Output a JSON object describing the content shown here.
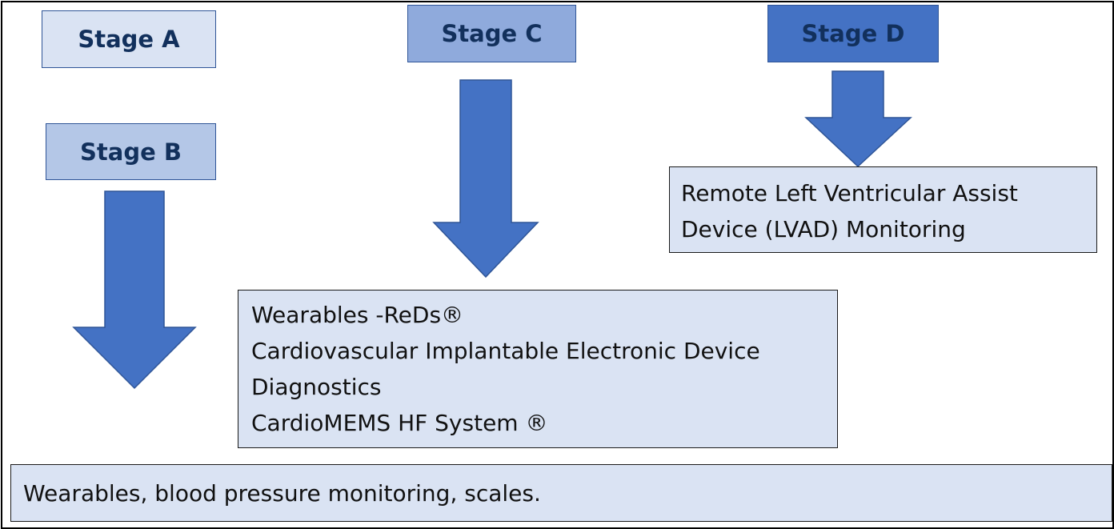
{
  "stages": {
    "a": {
      "label": "Stage A",
      "fill": "#dae3f3"
    },
    "b": {
      "label": "Stage B",
      "fill": "#b4c7e7"
    },
    "c": {
      "label": "Stage C",
      "fill": "#8faadc"
    },
    "d": {
      "label": "Stage D",
      "fill": "#4472c4"
    }
  },
  "boxes": {
    "stage_b": {
      "text": "Wearables, blood pressure monitoring, scales."
    },
    "stage_c": {
      "lines": [
        "Wearables -ReDs®",
        "Cardiovascular Implantable Electronic Device",
        "Diagnostics",
        "CardioMEMS HF System ®"
      ]
    },
    "stage_d": {
      "lines": [
        "Remote Left Ventricular Assist",
        "Device (LVAD) Monitoring"
      ]
    }
  },
  "colors": {
    "arrow": "#4472c4",
    "arrow_border": "#2f5597",
    "box_fill": "#dae3f3",
    "stage_text": "#12305c"
  }
}
